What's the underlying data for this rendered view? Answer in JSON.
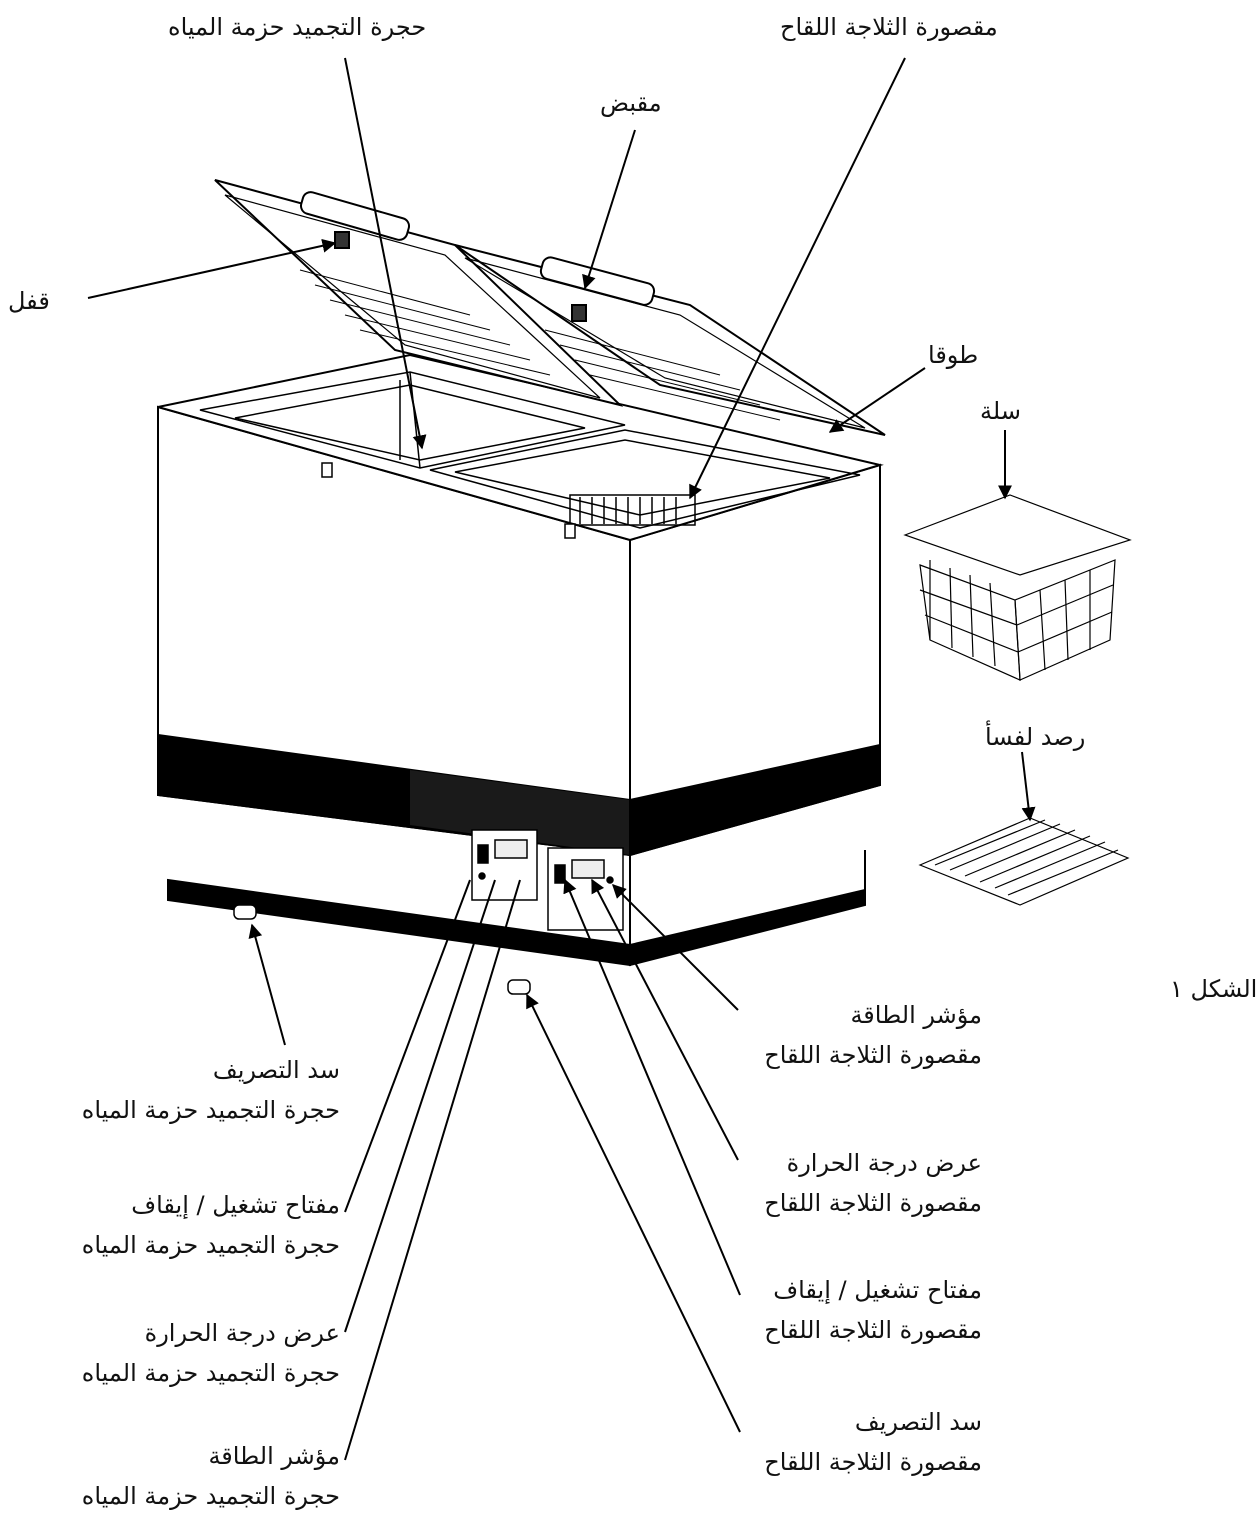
{
  "labels": {
    "freezer_top": "حجرة التجميد حزمة المياه",
    "fridge_top": "مقصورة الثلاجة اللقاح",
    "handle": "مقبض",
    "lock": "قفل",
    "collar": "طوقا",
    "basket": "سلة",
    "divider": "رصد لفسأ",
    "figure": "الشكل ١",
    "drain_freezer_1": "سد التصريف",
    "drain_freezer_2": "حجرة التجميد حزمة المياه",
    "switch_freezer_1": "مفتاح تشغيل / إيقاف",
    "switch_freezer_2": "حجرة التجميد حزمة المياه",
    "temp_freezer_1": "عرض درجة الحرارة",
    "temp_freezer_2": "حجرة التجميد حزمة المياه",
    "power_freezer_1": "مؤشر الطاقة",
    "power_freezer_2": "حجرة التجميد حزمة المياه",
    "power_fridge_1": "مؤشر الطاقة",
    "power_fridge_2": "مقصورة الثلاجة اللقاح",
    "temp_fridge_1": "عرض درجة الحرارة",
    "temp_fridge_2": "مقصورة الثلاجة اللقاح",
    "switch_fridge_1": "مفتاح تشغيل / إيقاف",
    "switch_fridge_2": "مقصورة الثلاجة اللقاح",
    "drain_fridge_1": "سد التصريف",
    "drain_fridge_2": "مقصورة الثلاجة اللقاح"
  }
}
